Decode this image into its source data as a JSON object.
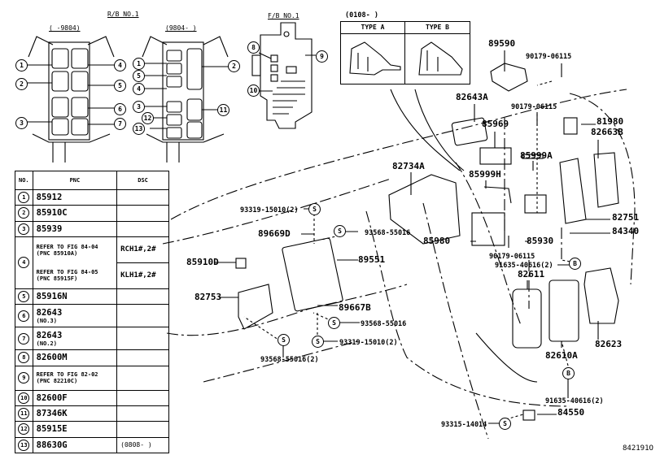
{
  "relay_block": {
    "title": "R/B NO.1",
    "early_range": "(    -9804)",
    "late_range": "(9804-    )",
    "early_callouts": [
      "1",
      "2",
      "3",
      "4",
      "5",
      "6",
      "7"
    ],
    "late_callouts": [
      "1",
      "5",
      "4",
      "3",
      "12",
      "13",
      "2",
      "11"
    ]
  },
  "fuse_block": {
    "title": "F/B NO.1",
    "callouts": [
      "8",
      "9",
      "10"
    ]
  },
  "type_panel": {
    "range": "(0108-      )",
    "type_a": "TYPE A",
    "type_b": "TYPE B"
  },
  "parts_table": {
    "headers": [
      "NO.",
      "PNC",
      "DSC"
    ],
    "rows": [
      {
        "no": "1",
        "pnc": "85912",
        "dsc": ""
      },
      {
        "no": "2",
        "pnc": "85910C",
        "dsc": ""
      },
      {
        "no": "3",
        "pnc": "85939",
        "dsc": ""
      },
      {
        "no": "4",
        "pnc": "REFER TO FIG 84-04",
        "note": "(PNC 85910A)",
        "dsc": "RCH1#,2#"
      },
      {
        "no": "",
        "pnc": "REFER TO FIG 84-05",
        "note": "(PNC 85915F)",
        "dsc": "KLH1#,2#"
      },
      {
        "no": "5",
        "pnc": "85916N",
        "dsc": ""
      },
      {
        "no": "6",
        "pnc": "82643",
        "note": "(NO.3)",
        "dsc": ""
      },
      {
        "no": "7",
        "pnc": "82643",
        "note": "(NO.2)",
        "dsc": ""
      },
      {
        "no": "8",
        "pnc": "82600M",
        "dsc": ""
      },
      {
        "no": "9",
        "pnc": "REFER TO FIG 82-02",
        "note": "(PNC 82210C)",
        "dsc": ""
      },
      {
        "no": "10",
        "pnc": "82600F",
        "dsc": ""
      },
      {
        "no": "11",
        "pnc": "87346K",
        "dsc": ""
      },
      {
        "no": "12",
        "pnc": "85915E",
        "dsc": ""
      },
      {
        "no": "13",
        "pnc": "88630G",
        "dsc": "(0808-    )"
      }
    ]
  },
  "callouts": {
    "c89590": "89590",
    "c90179a": "90179-06115",
    "c82643A": "82643A",
    "c90179b": "90179-06115",
    "c85969": "85969",
    "c81980": "81980",
    "c82663B": "82663B",
    "c85999A": "85999A",
    "c82734A": "82734A",
    "c85999H": "85999H",
    "c82751": "82751",
    "c84340": "84340",
    "c85980": "85980",
    "c85930": "85930",
    "c90179c": "90179-06115",
    "c91635a": "91635-40616(2)",
    "c82611": "82611",
    "c82623": "82623",
    "c82610A": "82610A",
    "c91635b": "91635-40616(2)",
    "c84550": "84550",
    "c93315": "93315-14014",
    "c93319a": "93319-15010(2)",
    "c89669D": "89669D",
    "c93568a": "93568-55016",
    "c85910D": "85910D",
    "c89551": "89551",
    "c82753": "82753",
    "c89667B": "89667B",
    "c93568b": "93568-55016",
    "c93319b": "93319-15010(2)",
    "c93568c": "93568-55016(2)"
  },
  "symbols": {
    "screw": "S",
    "bolt": "B"
  },
  "figure_id": "842191O"
}
